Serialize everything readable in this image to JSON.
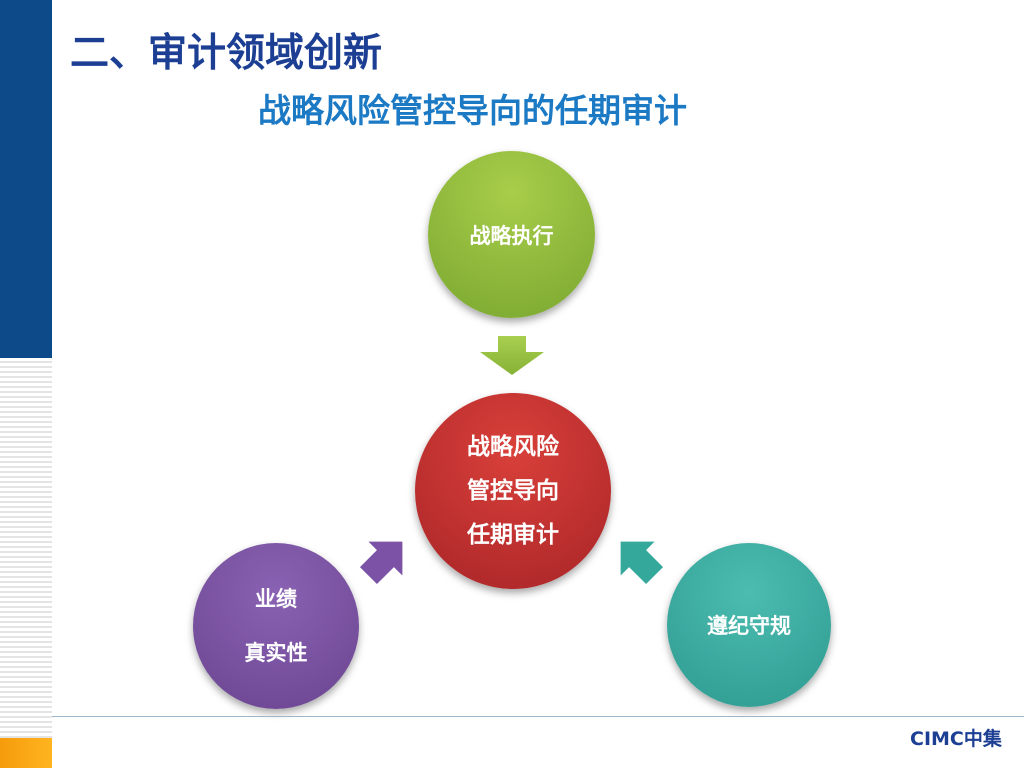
{
  "header": {
    "title": "二、审计领域创新",
    "subtitle": "战略风险管控导向的任期审计"
  },
  "diagram": {
    "top_node": {
      "label": "战略执行"
    },
    "center_node": {
      "lines": [
        "战略风险",
        "管控导向",
        "任期审计"
      ]
    },
    "left_node": {
      "lines": [
        "业绩",
        "真实性"
      ]
    },
    "right_node": {
      "label": "遵纪守规"
    }
  },
  "logo": {
    "text": "CIMC中集"
  },
  "colors": {
    "title": "#1c3f94",
    "subtitle": "#1c79c4",
    "green": "#8ebb3a",
    "red": "#c0302f",
    "purple": "#7a52a3",
    "teal": "#3aaa9f",
    "sidebar": "#0d4a8a",
    "accent": "#f59b0c"
  },
  "icons": [
    "arrow-down-icon",
    "arrow-up-right-icon",
    "arrow-up-left-icon"
  ]
}
